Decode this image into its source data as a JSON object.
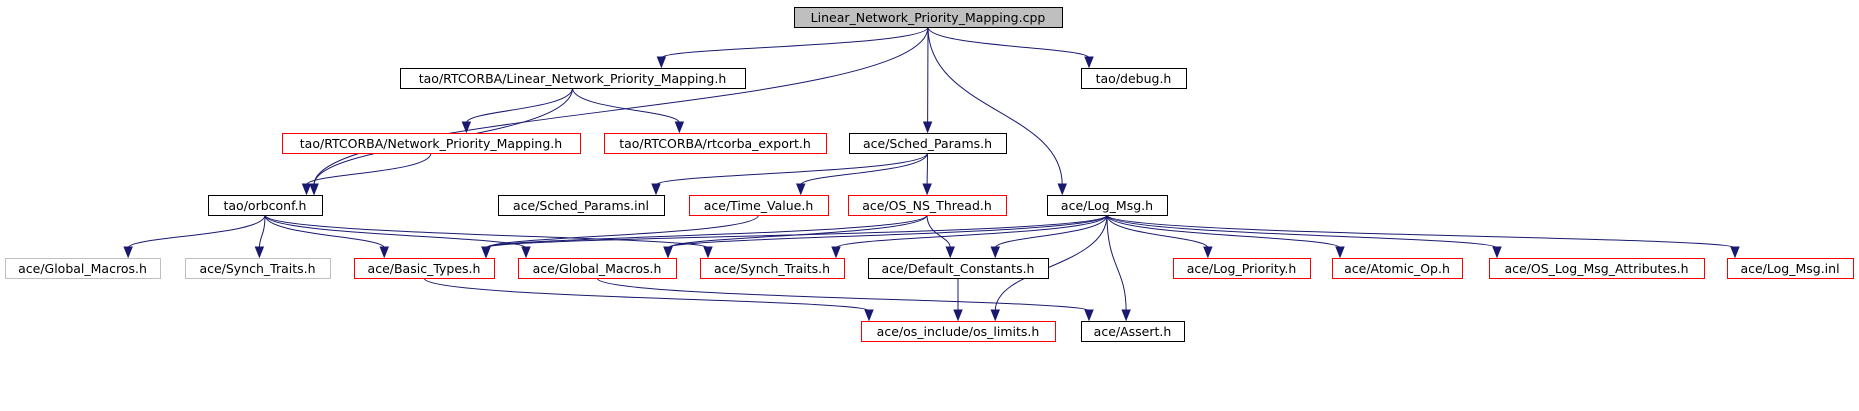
{
  "colors": {
    "root_fill": "#bfbfbf",
    "node_fill": "#ffffff",
    "border_black": "#000000",
    "border_red": "#ff0000",
    "border_grey": "#bfbfbf",
    "edge": "#191970"
  },
  "nodes": [
    {
      "id": "n0",
      "label": "Linear_Network_Priority_Mapping.cpp",
      "style": "root"
    },
    {
      "id": "n1",
      "label": "tao/RTCORBA/Linear_Network_Priority_Mapping.h",
      "style": "black"
    },
    {
      "id": "n2",
      "label": "tao/debug.h",
      "style": "black"
    },
    {
      "id": "n3",
      "label": "tao/RTCORBA/Network_Priority_Mapping.h",
      "style": "red"
    },
    {
      "id": "n4",
      "label": "tao/RTCORBA/rtcorba_export.h",
      "style": "red"
    },
    {
      "id": "n5",
      "label": "ace/Sched_Params.h",
      "style": "black"
    },
    {
      "id": "n6",
      "label": "tao/orbconf.h",
      "style": "black"
    },
    {
      "id": "n7",
      "label": "ace/Sched_Params.inl",
      "style": "black"
    },
    {
      "id": "n8",
      "label": "ace/Time_Value.h",
      "style": "red"
    },
    {
      "id": "n9",
      "label": "ace/OS_NS_Thread.h",
      "style": "red"
    },
    {
      "id": "n10",
      "label": "ace/Log_Msg.h",
      "style": "black"
    },
    {
      "id": "n11",
      "label": "ace/Global_Macros.h",
      "style": "grey"
    },
    {
      "id": "n12",
      "label": "ace/Synch_Traits.h",
      "style": "grey"
    },
    {
      "id": "n13",
      "label": "ace/Basic_Types.h",
      "style": "red"
    },
    {
      "id": "n14",
      "label": "ace/Global_Macros.h",
      "style": "red"
    },
    {
      "id": "n15",
      "label": "ace/Synch_Traits.h",
      "style": "red"
    },
    {
      "id": "n16",
      "label": "ace/Default_Constants.h",
      "style": "black"
    },
    {
      "id": "n17",
      "label": "ace/Log_Priority.h",
      "style": "red"
    },
    {
      "id": "n18",
      "label": "ace/Atomic_Op.h",
      "style": "red"
    },
    {
      "id": "n19",
      "label": "ace/OS_Log_Msg_Attributes.h",
      "style": "red"
    },
    {
      "id": "n20",
      "label": "ace/Log_Msg.inl",
      "style": "red"
    },
    {
      "id": "n21",
      "label": "ace/os_include/os_limits.h",
      "style": "red"
    },
    {
      "id": "n22",
      "label": "ace/Assert.h",
      "style": "black"
    }
  ],
  "edges": [
    {
      "from": "n0",
      "to": "n1"
    },
    {
      "from": "n0",
      "to": "n2"
    },
    {
      "from": "n0",
      "to": "n5"
    },
    {
      "from": "n0",
      "to": "n6"
    },
    {
      "from": "n0",
      "to": "n10"
    },
    {
      "from": "n1",
      "to": "n3"
    },
    {
      "from": "n1",
      "to": "n4"
    },
    {
      "from": "n1",
      "to": "n6"
    },
    {
      "from": "n3",
      "to": "n6"
    },
    {
      "from": "n5",
      "to": "n7"
    },
    {
      "from": "n5",
      "to": "n8"
    },
    {
      "from": "n5",
      "to": "n9"
    },
    {
      "from": "n6",
      "to": "n11"
    },
    {
      "from": "n6",
      "to": "n12"
    },
    {
      "from": "n6",
      "to": "n13"
    },
    {
      "from": "n6",
      "to": "n14"
    },
    {
      "from": "n6",
      "to": "n15"
    },
    {
      "from": "n8",
      "to": "n13"
    },
    {
      "from": "n9",
      "to": "n13"
    },
    {
      "from": "n9",
      "to": "n14"
    },
    {
      "from": "n9",
      "to": "n16"
    },
    {
      "from": "n10",
      "to": "n13"
    },
    {
      "from": "n10",
      "to": "n14"
    },
    {
      "from": "n10",
      "to": "n15"
    },
    {
      "from": "n10",
      "to": "n16"
    },
    {
      "from": "n10",
      "to": "n17"
    },
    {
      "from": "n10",
      "to": "n18"
    },
    {
      "from": "n10",
      "to": "n19"
    },
    {
      "from": "n10",
      "to": "n20"
    },
    {
      "from": "n10",
      "to": "n21"
    },
    {
      "from": "n10",
      "to": "n22"
    },
    {
      "from": "n13",
      "to": "n21"
    },
    {
      "from": "n14",
      "to": "n22"
    },
    {
      "from": "n16",
      "to": "n21"
    }
  ]
}
